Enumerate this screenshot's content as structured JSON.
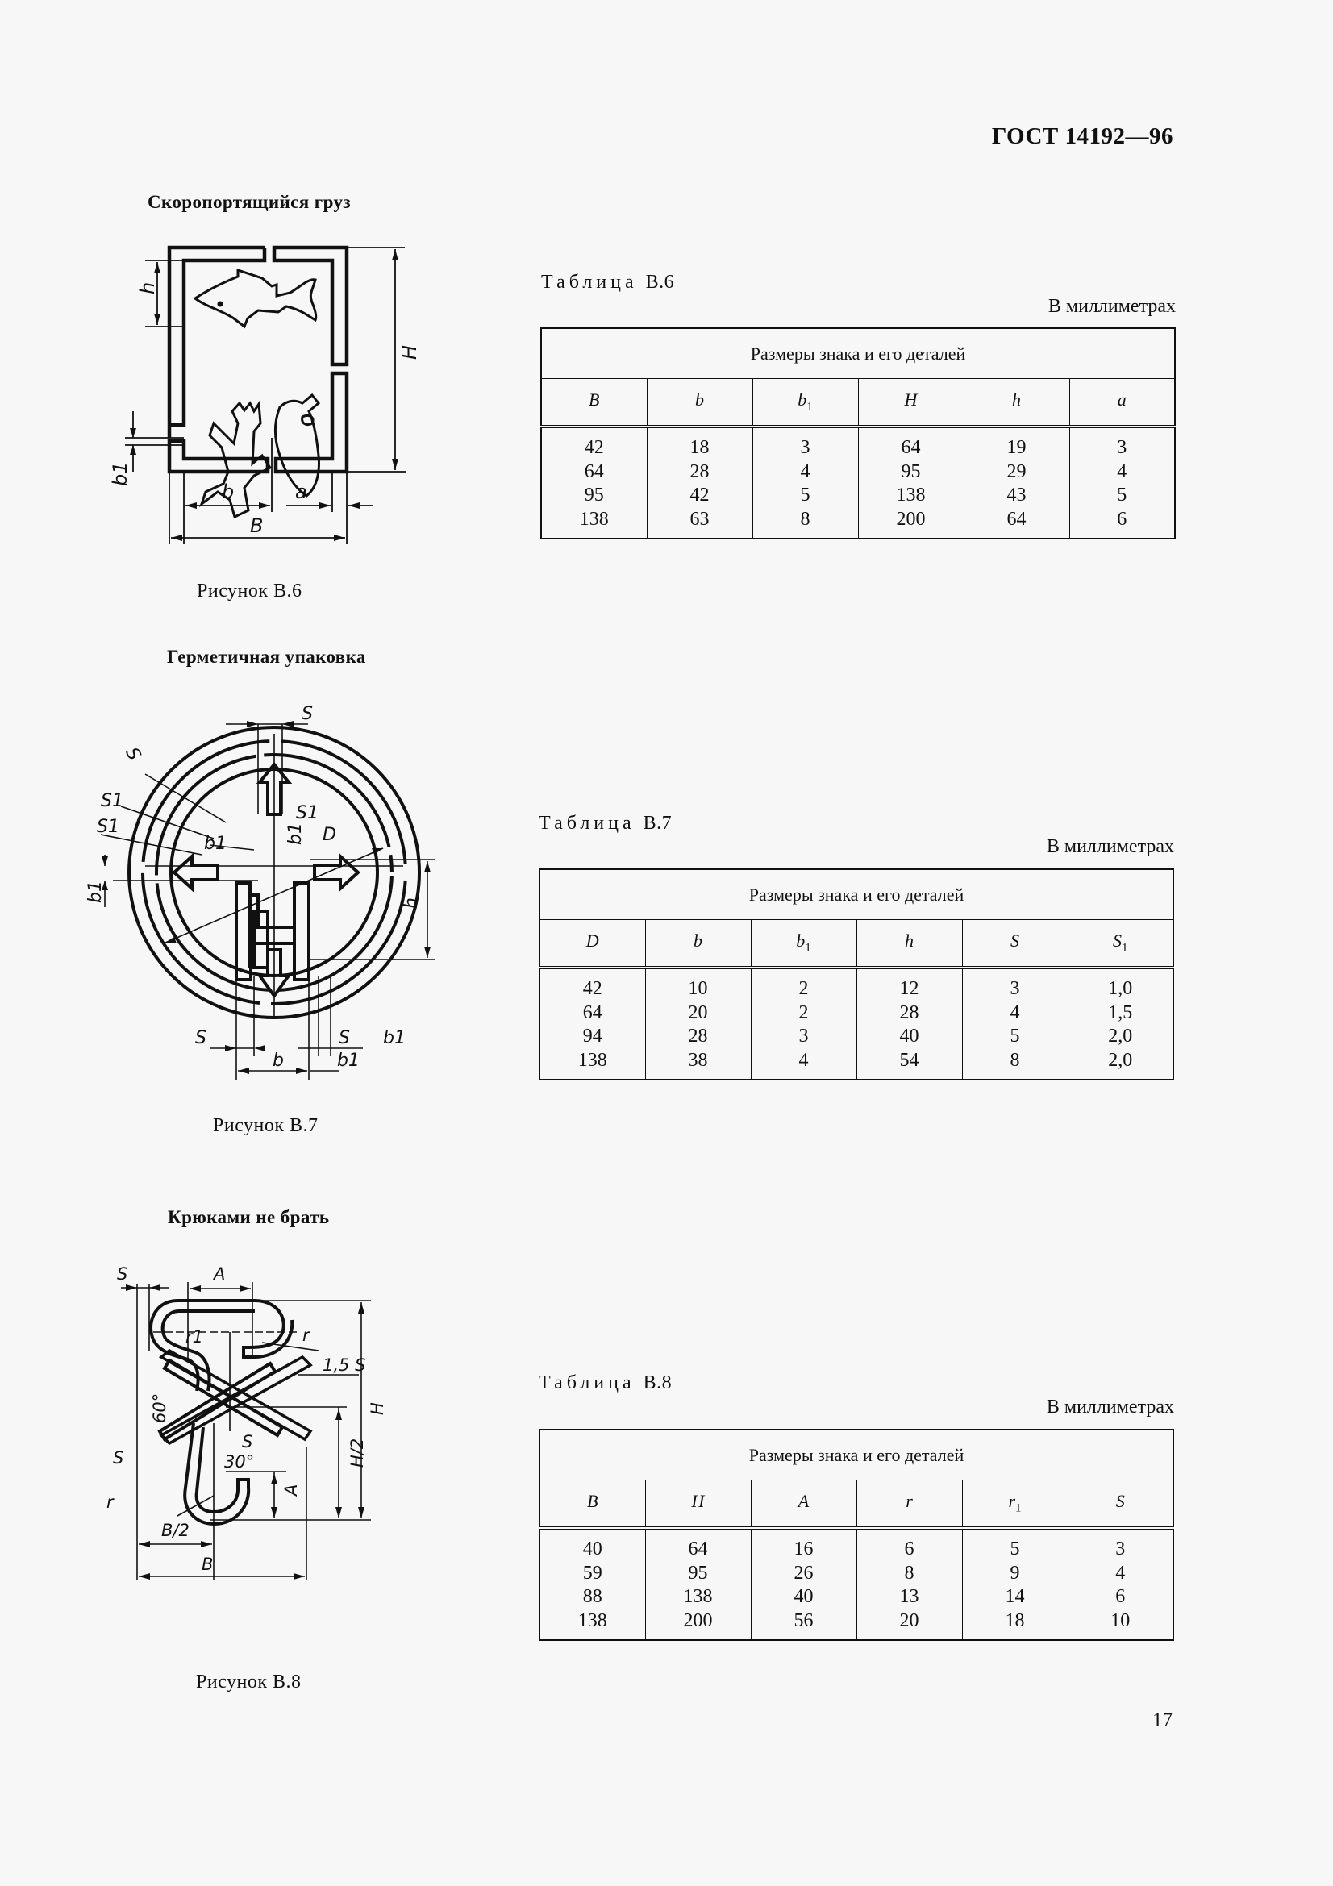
{
  "header": {
    "standard": "ГОСТ 14192—96"
  },
  "page_number": "17",
  "figures": [
    {
      "title": "Скоропортящийся груз",
      "caption": "Рисунок В.6",
      "labels": [
        "h",
        "b1",
        "H",
        "b",
        "a",
        "B"
      ]
    },
    {
      "title": "Герметичная упаковка",
      "caption": "Рисунок В.7",
      "labels": [
        "S",
        "S",
        "S1",
        "S1",
        "S1",
        "b1",
        "b1",
        "D",
        "h",
        "b1",
        "S",
        "S",
        "b1",
        "b",
        "b1"
      ]
    },
    {
      "title": "Крюками не брать",
      "caption": "Рисунок В.8",
      "labels": [
        "S",
        "A",
        "r1",
        "r",
        "1,5 S",
        "60°",
        "S",
        "30°",
        "S",
        "H",
        "H/2",
        "A",
        "r",
        "B/2",
        "B"
      ]
    }
  ],
  "tables": [
    {
      "label_word": "Таблица",
      "label_num": "В.6",
      "units": "В миллиметрах",
      "group_header": "Размеры знака и его деталей",
      "columns": [
        {
          "name": "B",
          "sub": ""
        },
        {
          "name": "b",
          "sub": ""
        },
        {
          "name": "b",
          "sub": "1"
        },
        {
          "name": "H",
          "sub": ""
        },
        {
          "name": "h",
          "sub": ""
        },
        {
          "name": "a",
          "sub": ""
        }
      ],
      "rows": [
        [
          "42",
          "18",
          "3",
          "64",
          "19",
          "3"
        ],
        [
          "64",
          "28",
          "4",
          "95",
          "29",
          "4"
        ],
        [
          "95",
          "42",
          "5",
          "138",
          "43",
          "5"
        ],
        [
          "138",
          "63",
          "8",
          "200",
          "64",
          "6"
        ]
      ]
    },
    {
      "label_word": "Таблица",
      "label_num": "В.7",
      "units": "В миллиметрах",
      "group_header": "Размеры знака и его деталей",
      "columns": [
        {
          "name": "D",
          "sub": ""
        },
        {
          "name": "b",
          "sub": ""
        },
        {
          "name": "b",
          "sub": "1"
        },
        {
          "name": "h",
          "sub": ""
        },
        {
          "name": "S",
          "sub": ""
        },
        {
          "name": "S",
          "sub": "1"
        }
      ],
      "rows": [
        [
          "42",
          "10",
          "2",
          "12",
          "3",
          "1,0"
        ],
        [
          "64",
          "20",
          "2",
          "28",
          "4",
          "1,5"
        ],
        [
          "94",
          "28",
          "3",
          "40",
          "5",
          "2,0"
        ],
        [
          "138",
          "38",
          "4",
          "54",
          "8",
          "2,0"
        ]
      ]
    },
    {
      "label_word": "Таблица",
      "label_num": "В.8",
      "units": "В миллиметрах",
      "group_header": "Размеры знака и его деталей",
      "columns": [
        {
          "name": "B",
          "sub": ""
        },
        {
          "name": "H",
          "sub": ""
        },
        {
          "name": "A",
          "sub": ""
        },
        {
          "name": "r",
          "sub": ""
        },
        {
          "name": "r",
          "sub": "1"
        },
        {
          "name": "S",
          "sub": ""
        }
      ],
      "rows": [
        [
          "40",
          "64",
          "16",
          "6",
          "5",
          "3"
        ],
        [
          "59",
          "95",
          "26",
          "8",
          "9",
          "4"
        ],
        [
          "88",
          "138",
          "40",
          "13",
          "14",
          "6"
        ],
        [
          "138",
          "200",
          "56",
          "20",
          "18",
          "10"
        ]
      ]
    }
  ]
}
